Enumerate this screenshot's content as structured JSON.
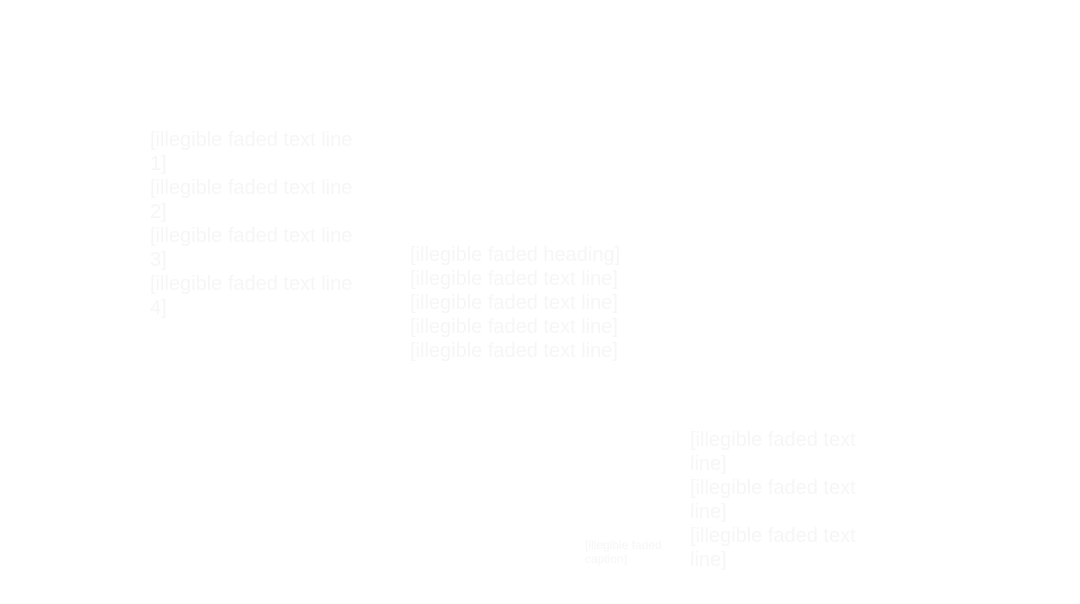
{
  "blocks": [
    {
      "text": "[illegible faded text line 1]\n[illegible faded text line 2]\n[illegible faded text line 3]\n[illegible faded text line 4]"
    },
    {
      "text": "[illegible faded heading]\n[illegible faded text line]\n[illegible faded text line]\n[illegible faded text line]\n[illegible faded text line]"
    },
    {
      "text": "[illegible faded text line]\n[illegible faded text line]\n[illegible faded text line]"
    },
    {
      "text": "[illegible faded caption]"
    }
  ]
}
